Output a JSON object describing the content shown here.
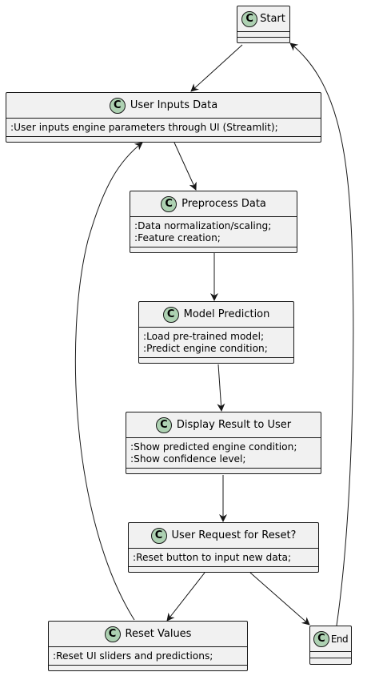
{
  "nodes": {
    "start": {
      "stereotype": "C",
      "title": "Start"
    },
    "user_inputs": {
      "stereotype": "C",
      "title": "User Inputs Data",
      "attributes": [
        ":User inputs engine parameters through UI (Streamlit);"
      ]
    },
    "preprocess": {
      "stereotype": "C",
      "title": "Preprocess Data",
      "attributes": [
        ":Data normalization/scaling;",
        ":Feature creation;"
      ]
    },
    "model_prediction": {
      "stereotype": "C",
      "title": "Model Prediction",
      "attributes": [
        ":Load pre-trained model;",
        ":Predict engine condition;"
      ]
    },
    "display_result": {
      "stereotype": "C",
      "title": "Display Result to User",
      "attributes": [
        ":Show predicted engine condition;",
        ":Show confidence level;"
      ]
    },
    "reset_request": {
      "stereotype": "C",
      "title": "User Request for Reset?",
      "attributes": [
        ":Reset button to input new data;"
      ]
    },
    "reset_values": {
      "stereotype": "C",
      "title": "Reset Values",
      "attributes": [
        ":Reset UI sliders and predictions;"
      ]
    },
    "end": {
      "stereotype": "C",
      "title": "End"
    }
  },
  "edges": [
    {
      "from": "start",
      "to": "user_inputs"
    },
    {
      "from": "user_inputs",
      "to": "preprocess"
    },
    {
      "from": "preprocess",
      "to": "model_prediction"
    },
    {
      "from": "model_prediction",
      "to": "display_result"
    },
    {
      "from": "display_result",
      "to": "reset_request"
    },
    {
      "from": "reset_request",
      "to": "reset_values"
    },
    {
      "from": "reset_request",
      "to": "end"
    },
    {
      "from": "reset_values",
      "to": "user_inputs"
    },
    {
      "from": "end",
      "to": "start"
    }
  ],
  "colors": {
    "box_fill": "#f1f1f1",
    "border": "#181818",
    "stereotype_circle": "#add1b2",
    "line": "#181818"
  }
}
